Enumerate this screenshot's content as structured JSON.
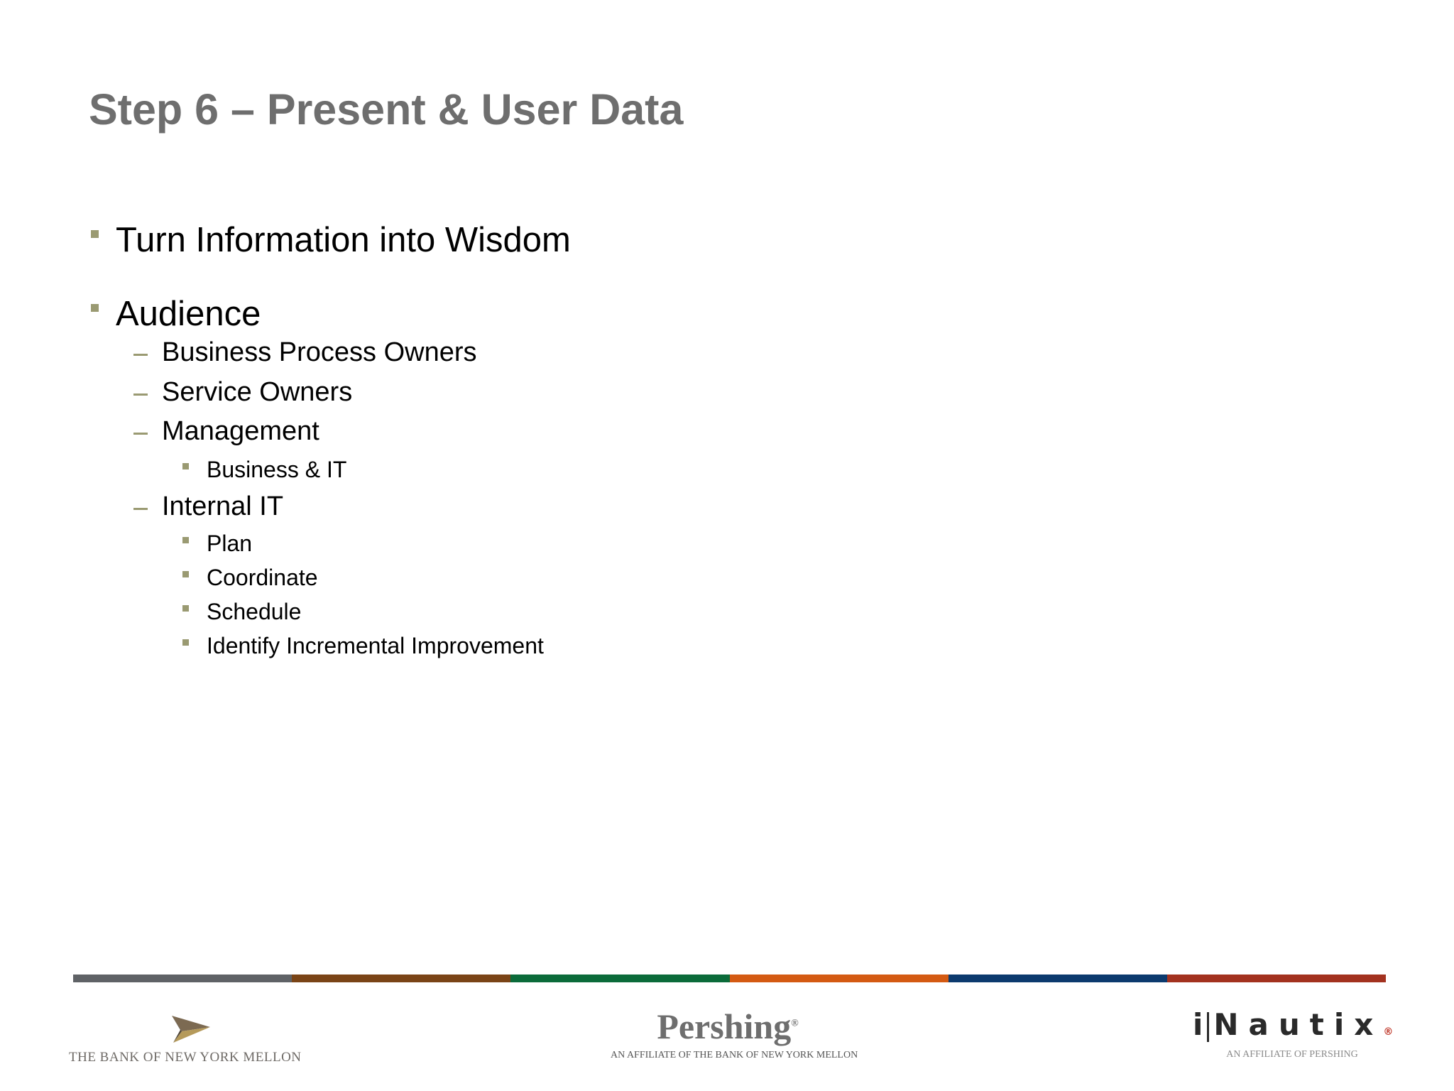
{
  "slide": {
    "title": "Step 6 – Present & User Data"
  },
  "bullets": [
    {
      "level": 1,
      "text": "Turn Information into Wisdom"
    },
    {
      "level": 1,
      "text": "Audience"
    },
    {
      "level": 2,
      "text": "Business Process Owners"
    },
    {
      "level": 2,
      "text": "Service Owners"
    },
    {
      "level": 2,
      "text": "Management"
    },
    {
      "level": 3,
      "text": "Business & IT"
    },
    {
      "level": 2,
      "text": "Internal IT"
    },
    {
      "level": 3,
      "text": "Plan"
    },
    {
      "level": 3,
      "text": "Coordinate"
    },
    {
      "level": 3,
      "text": "Schedule"
    },
    {
      "level": 3,
      "text": "Identify Incremental Improvement"
    }
  ],
  "colors": {
    "title": "#6e6e6e",
    "bullet_marker": "#9a9a72",
    "stripe": [
      "#5f6266",
      "#7a4416",
      "#0b6b3a",
      "#d45a12",
      "#0c3a6e",
      "#a3321f"
    ]
  },
  "footer": {
    "bny_logo": {
      "icon": "bny-mellon-arrow-icon",
      "text": "THE BANK OF NEW YORK MELLON"
    },
    "pershing_logo": {
      "name": "Pershing",
      "registered": "®",
      "tagline": "AN AFFILIATE OF THE BANK OF NEW YORK MELLON"
    },
    "inautix_logo": {
      "first": "i",
      "rest": "Nautix",
      "registered": "®",
      "tagline": "AN AFFILIATE OF PERSHING"
    }
  }
}
